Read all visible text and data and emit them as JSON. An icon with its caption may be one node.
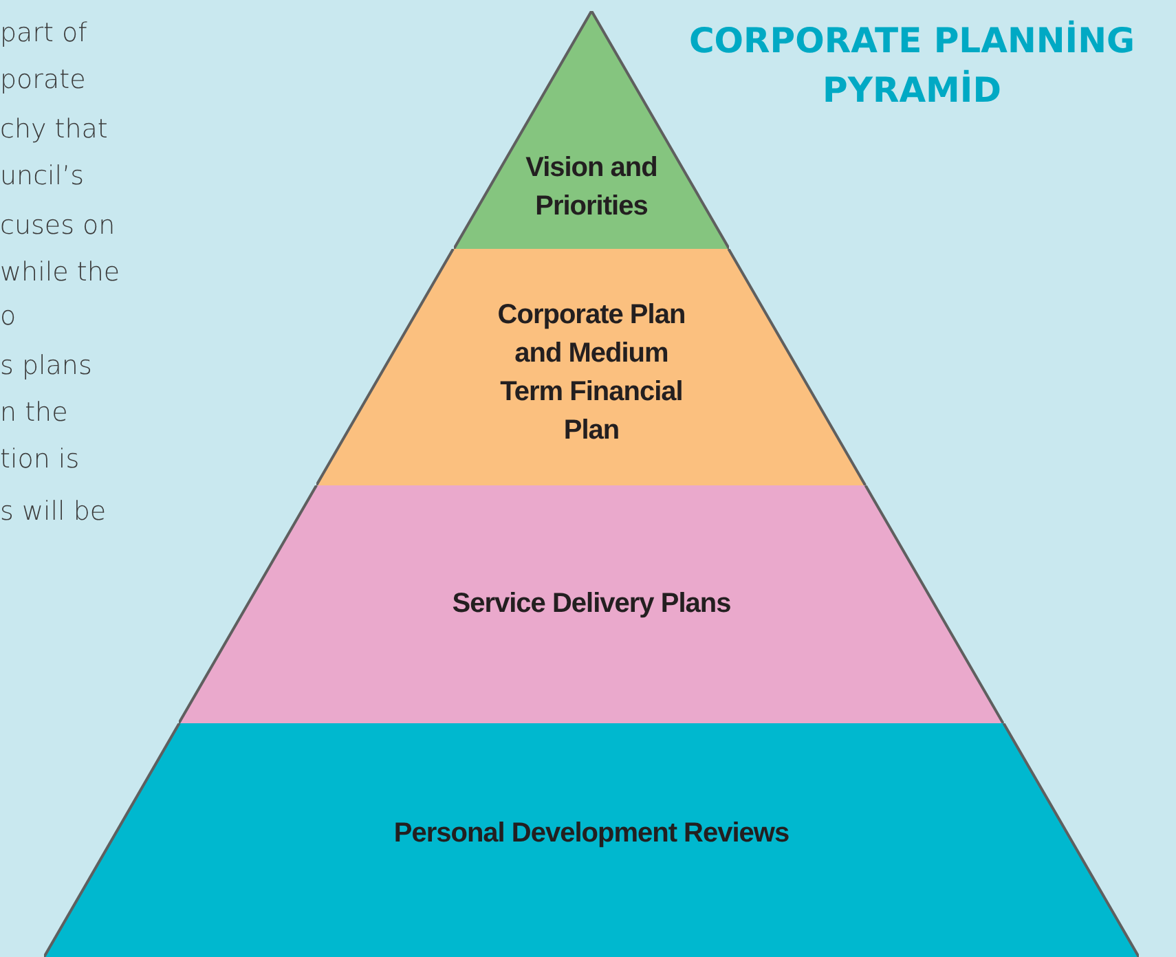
{
  "diagram": {
    "title": "CORPORATE PLANNİNG PYRAMİD",
    "nodes": [
      {
        "text": [
          "Vision and Priorities"
        ]
      },
      {
        "text": [
          "Corporate Plan and Medium Term Financial Plan"
        ]
      },
      {
        "text": [
          "Service Delivery Plans"
        ]
      },
      {
        "text": [
          "Personal Development Reviews"
        ]
      }
    ],
    "labels": [
      "part of",
      "porate",
      "chy that",
      "uncil’s",
      "cuses on",
      "while the",
      "o",
      "s plans",
      "n the",
      "tion is",
      "s will be"
    ]
  }
}
